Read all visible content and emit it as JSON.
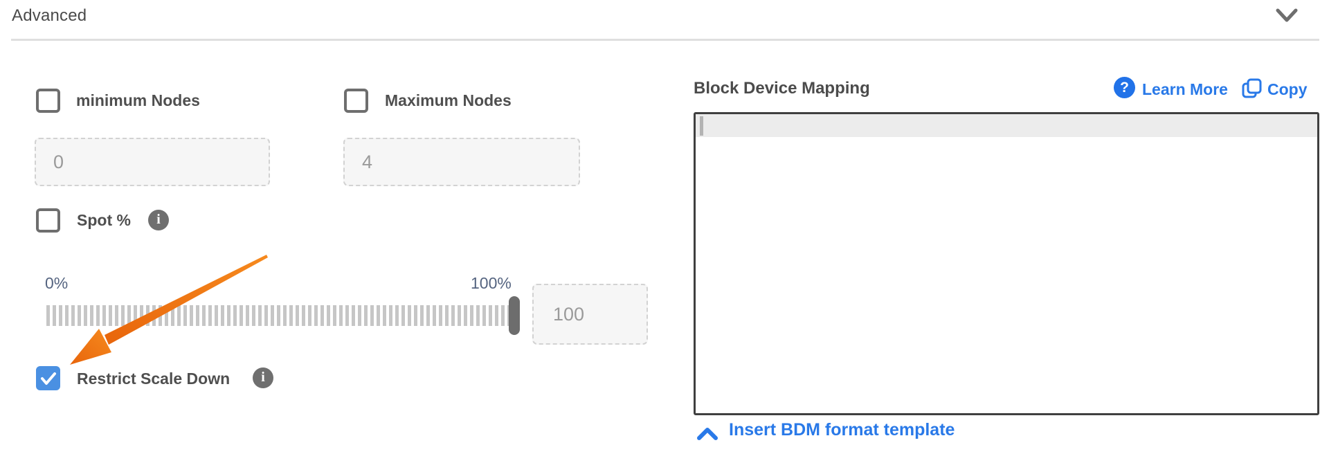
{
  "header": {
    "title": "Advanced"
  },
  "form": {
    "minimum_nodes": {
      "label": "minimum Nodes",
      "value": "0",
      "checked": false
    },
    "maximum_nodes": {
      "label": "Maximum Nodes",
      "value": "4",
      "checked": false
    },
    "spot_percentage": {
      "label": "Spot %",
      "checked": false,
      "info_glyph": "i"
    },
    "spot_slider": {
      "min_label": "0%",
      "max_label": "100%",
      "value": "100",
      "percent": 100
    },
    "restrict_scale_down": {
      "label": "Restrict Scale Down",
      "checked": true,
      "info_glyph": "i"
    }
  },
  "bdm": {
    "title": "Block Device Mapping",
    "learn_more_label": "Learn More",
    "learn_more_glyph": "?",
    "copy_label": "Copy",
    "editor_content": "",
    "insert_template_label": "Insert BDM format template"
  },
  "icons": {
    "header_chevron": "chevron-down-icon",
    "spot_info": "info-icon",
    "restrict_info": "info-icon",
    "learn_more": "question-circle-icon",
    "copy": "copy-icon",
    "insert_template": "chevron-up-icon",
    "annotation": "orange-arrow-pointer"
  },
  "colors": {
    "accent_blue": "#2979e8",
    "question_circle_blue": "#2172e8",
    "checkbox_checked_blue": "#4a90e2",
    "arrow_orange_start": "#f68a1e",
    "arrow_orange_end": "#e8650b",
    "label_text": "#4f4f4f",
    "slider_label_text": "#556480",
    "input_text": "#9a9a9a",
    "editor_border": "#3f3f3f",
    "active_line_bg": "#ececec"
  }
}
